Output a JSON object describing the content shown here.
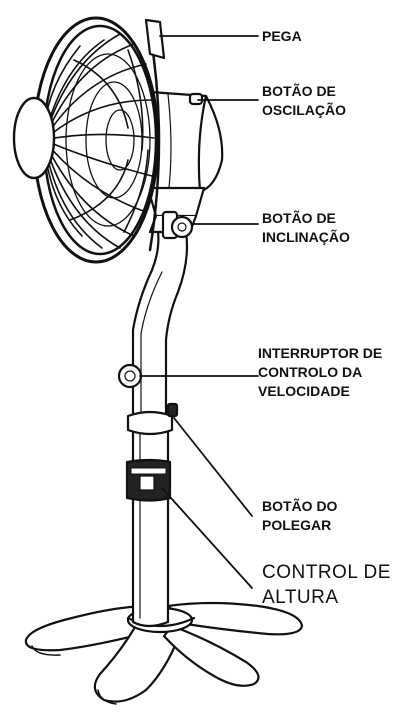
{
  "colors": {
    "ink": "#111111",
    "background": "#ffffff"
  },
  "labels": {
    "handle": {
      "lines": [
        "PEGA"
      ]
    },
    "oscillation_button": {
      "lines": [
        "BOTÃO DE",
        "OSCILAÇÃO"
      ]
    },
    "tilt_button": {
      "lines": [
        "BOTÃO DE",
        "INCLINAÇÃO"
      ]
    },
    "speed_switch": {
      "lines": [
        "INTERRUPTOR DE",
        "CONTROLO DA",
        "VELOCIDADE"
      ]
    },
    "thumb_button": {
      "lines": [
        "BOTÃO DO",
        "POLEGAR"
      ]
    },
    "height_control": {
      "lines": [
        "CONTROL DE",
        "ALTURA"
      ]
    }
  }
}
